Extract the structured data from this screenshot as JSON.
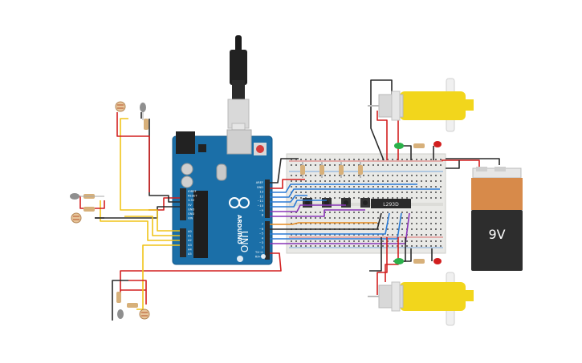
{
  "circuit": {
    "arduino": {
      "brand": "ARDUINO",
      "model": "UNO",
      "power_header": [
        "IOREF",
        "RESET",
        "3.3V",
        "5V",
        "GND",
        "GND",
        "VIN"
      ],
      "analog_header": [
        "A0",
        "A1",
        "A2",
        "A3",
        "A4",
        "A5"
      ],
      "digital_header_top": [
        "AREF",
        "GND",
        "13",
        "12",
        "~11",
        "~10",
        "~9",
        "8"
      ],
      "digital_header_bottom": [
        "7",
        "~6",
        "~5",
        "4",
        "~3",
        "2",
        "TX→1",
        "RX←0"
      ]
    },
    "driver_chip_label": "L293D",
    "battery_label": "9V",
    "colors": {
      "board": "#1b6fa8",
      "board_dark": "#155a8a",
      "breadboard": "#e9e9e6",
      "wire_red": "#d21f1f",
      "wire_black": "#2a2a2a",
      "wire_yellow": "#f0c419",
      "wire_blue": "#2a7ad6",
      "wire_purple": "#8a35b8",
      "wire_orange": "#e58a1f",
      "motor_yellow": "#f2d61c",
      "battery_orange": "#d78a4a",
      "battery_body": "#2d2d2d"
    }
  }
}
